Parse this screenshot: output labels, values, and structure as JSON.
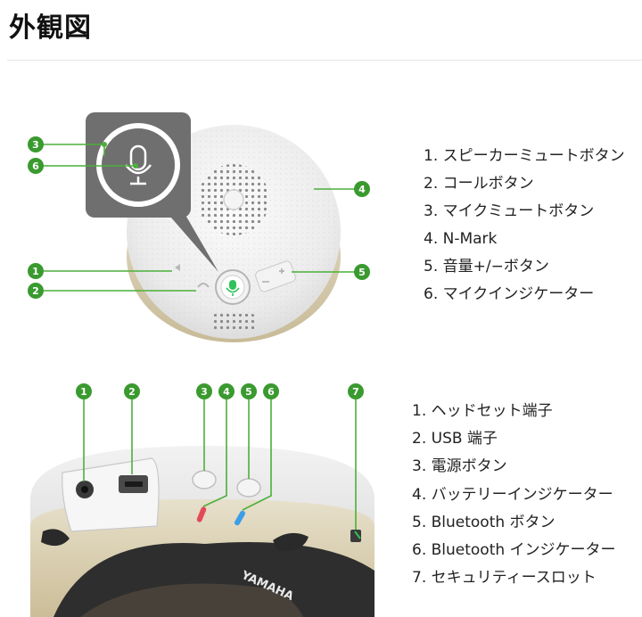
{
  "page": {
    "title": "外観図"
  },
  "top_figure": {
    "callouts": [
      "1",
      "2",
      "3",
      "4",
      "5",
      "6"
    ],
    "legend": [
      "1. スピーカーミュートボタン",
      "2. コールボタン",
      "3. マイクミュートボタン",
      "4. N-Mark",
      "5. 音量+/−ボタン",
      "6. マイクインジケーター"
    ]
  },
  "bottom_figure": {
    "callouts": [
      "1",
      "2",
      "3",
      "4",
      "5",
      "6",
      "7"
    ],
    "device_brand": "YAMAHA",
    "legend": [
      "1. ヘッドセット端子",
      "2. USB 端子",
      "3. 電源ボタン",
      "4. バッテリーインジケーター",
      "5. Bluetooth ボタン",
      "6. Bluetooth インジケーター",
      "7. セキュリティースロット"
    ]
  },
  "colors": {
    "callout_green": "#3a9a2f",
    "callout_line": "#4caf3a",
    "zoom_box": "#6f6f6f",
    "mic_indicator": "#2fc25a",
    "battery_led": "#e24a57",
    "bluetooth_led": "#3a9ee8",
    "device_body": "#ececec",
    "device_gold": "#d9cfb4"
  }
}
